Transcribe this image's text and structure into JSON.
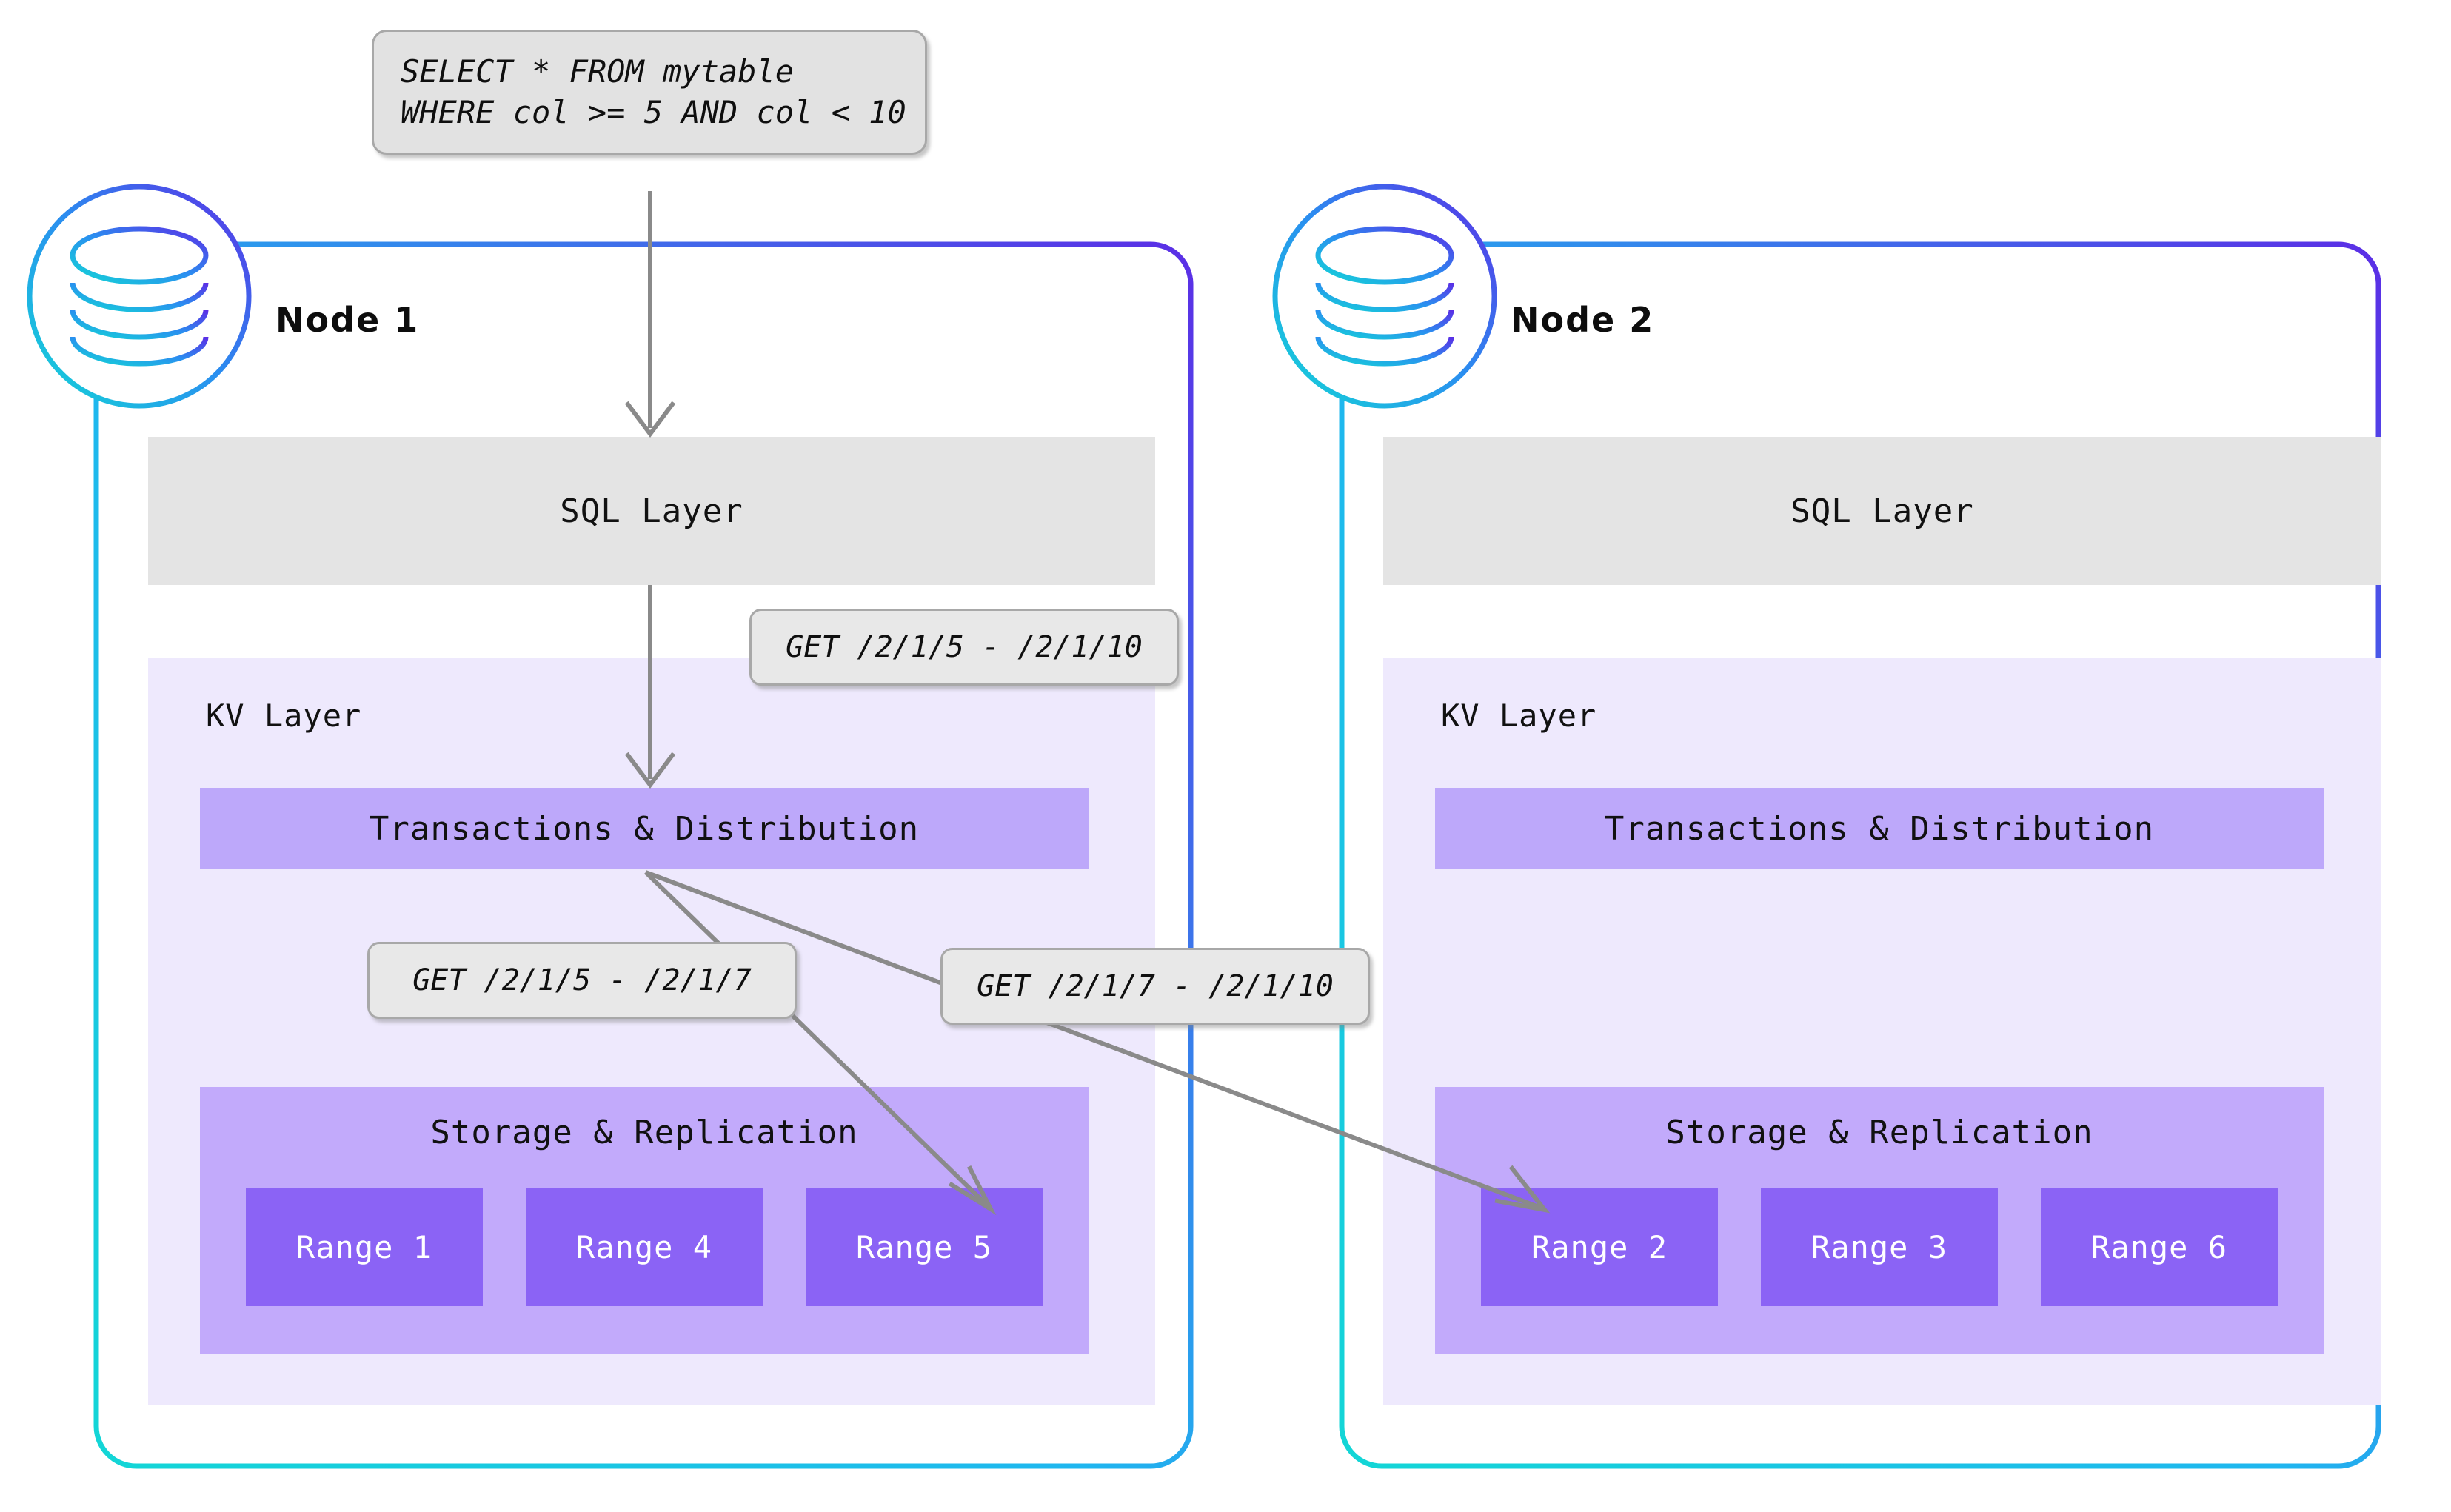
{
  "diagram": {
    "title": "Distributed SQL query routing across nodes",
    "colors": {
      "frame_gradient_start": "#13d6d6",
      "frame_gradient_end": "#5b2ee6",
      "sql_layer_bg": "#e4e4e4",
      "kv_layer_bg": "#eee9fd",
      "txn_bar_bg": "#bda8fa",
      "storage_bg": "#c2aafb",
      "range_bg": "#8b63f5",
      "range_text": "#ffffff",
      "callout_bg": "#e8e8e8",
      "callout_border": "#a8a8a8",
      "arrow": "#8a8a8a",
      "text": "#111111"
    }
  },
  "query": {
    "line1": "SELECT * FROM mytable",
    "line2": "WHERE col >= 5 AND col < 10"
  },
  "callouts": {
    "sql_to_kv": "GET /2/1/5 - /2/1/10",
    "kv_to_local_range": "GET /2/1/5 - /2/1/7",
    "kv_to_remote_range": "GET /2/1/7 - /2/1/10"
  },
  "nodes": [
    {
      "id": "node-1",
      "title": "Node 1",
      "sql_layer_label": "SQL Layer",
      "kv_layer_label": "KV Layer",
      "txn_label": "Transactions & Distribution",
      "storage_label": "Storage & Replication",
      "ranges": [
        "Range 1",
        "Range 4",
        "Range 5"
      ]
    },
    {
      "id": "node-2",
      "title": "Node 2",
      "sql_layer_label": "SQL Layer",
      "kv_layer_label": "KV Layer",
      "txn_label": "Transactions & Distribution",
      "storage_label": "Storage & Replication",
      "ranges": [
        "Range 2",
        "Range 3",
        "Range 6"
      ]
    }
  ],
  "icons": {
    "node_badge": "database-cylinder-icon"
  }
}
